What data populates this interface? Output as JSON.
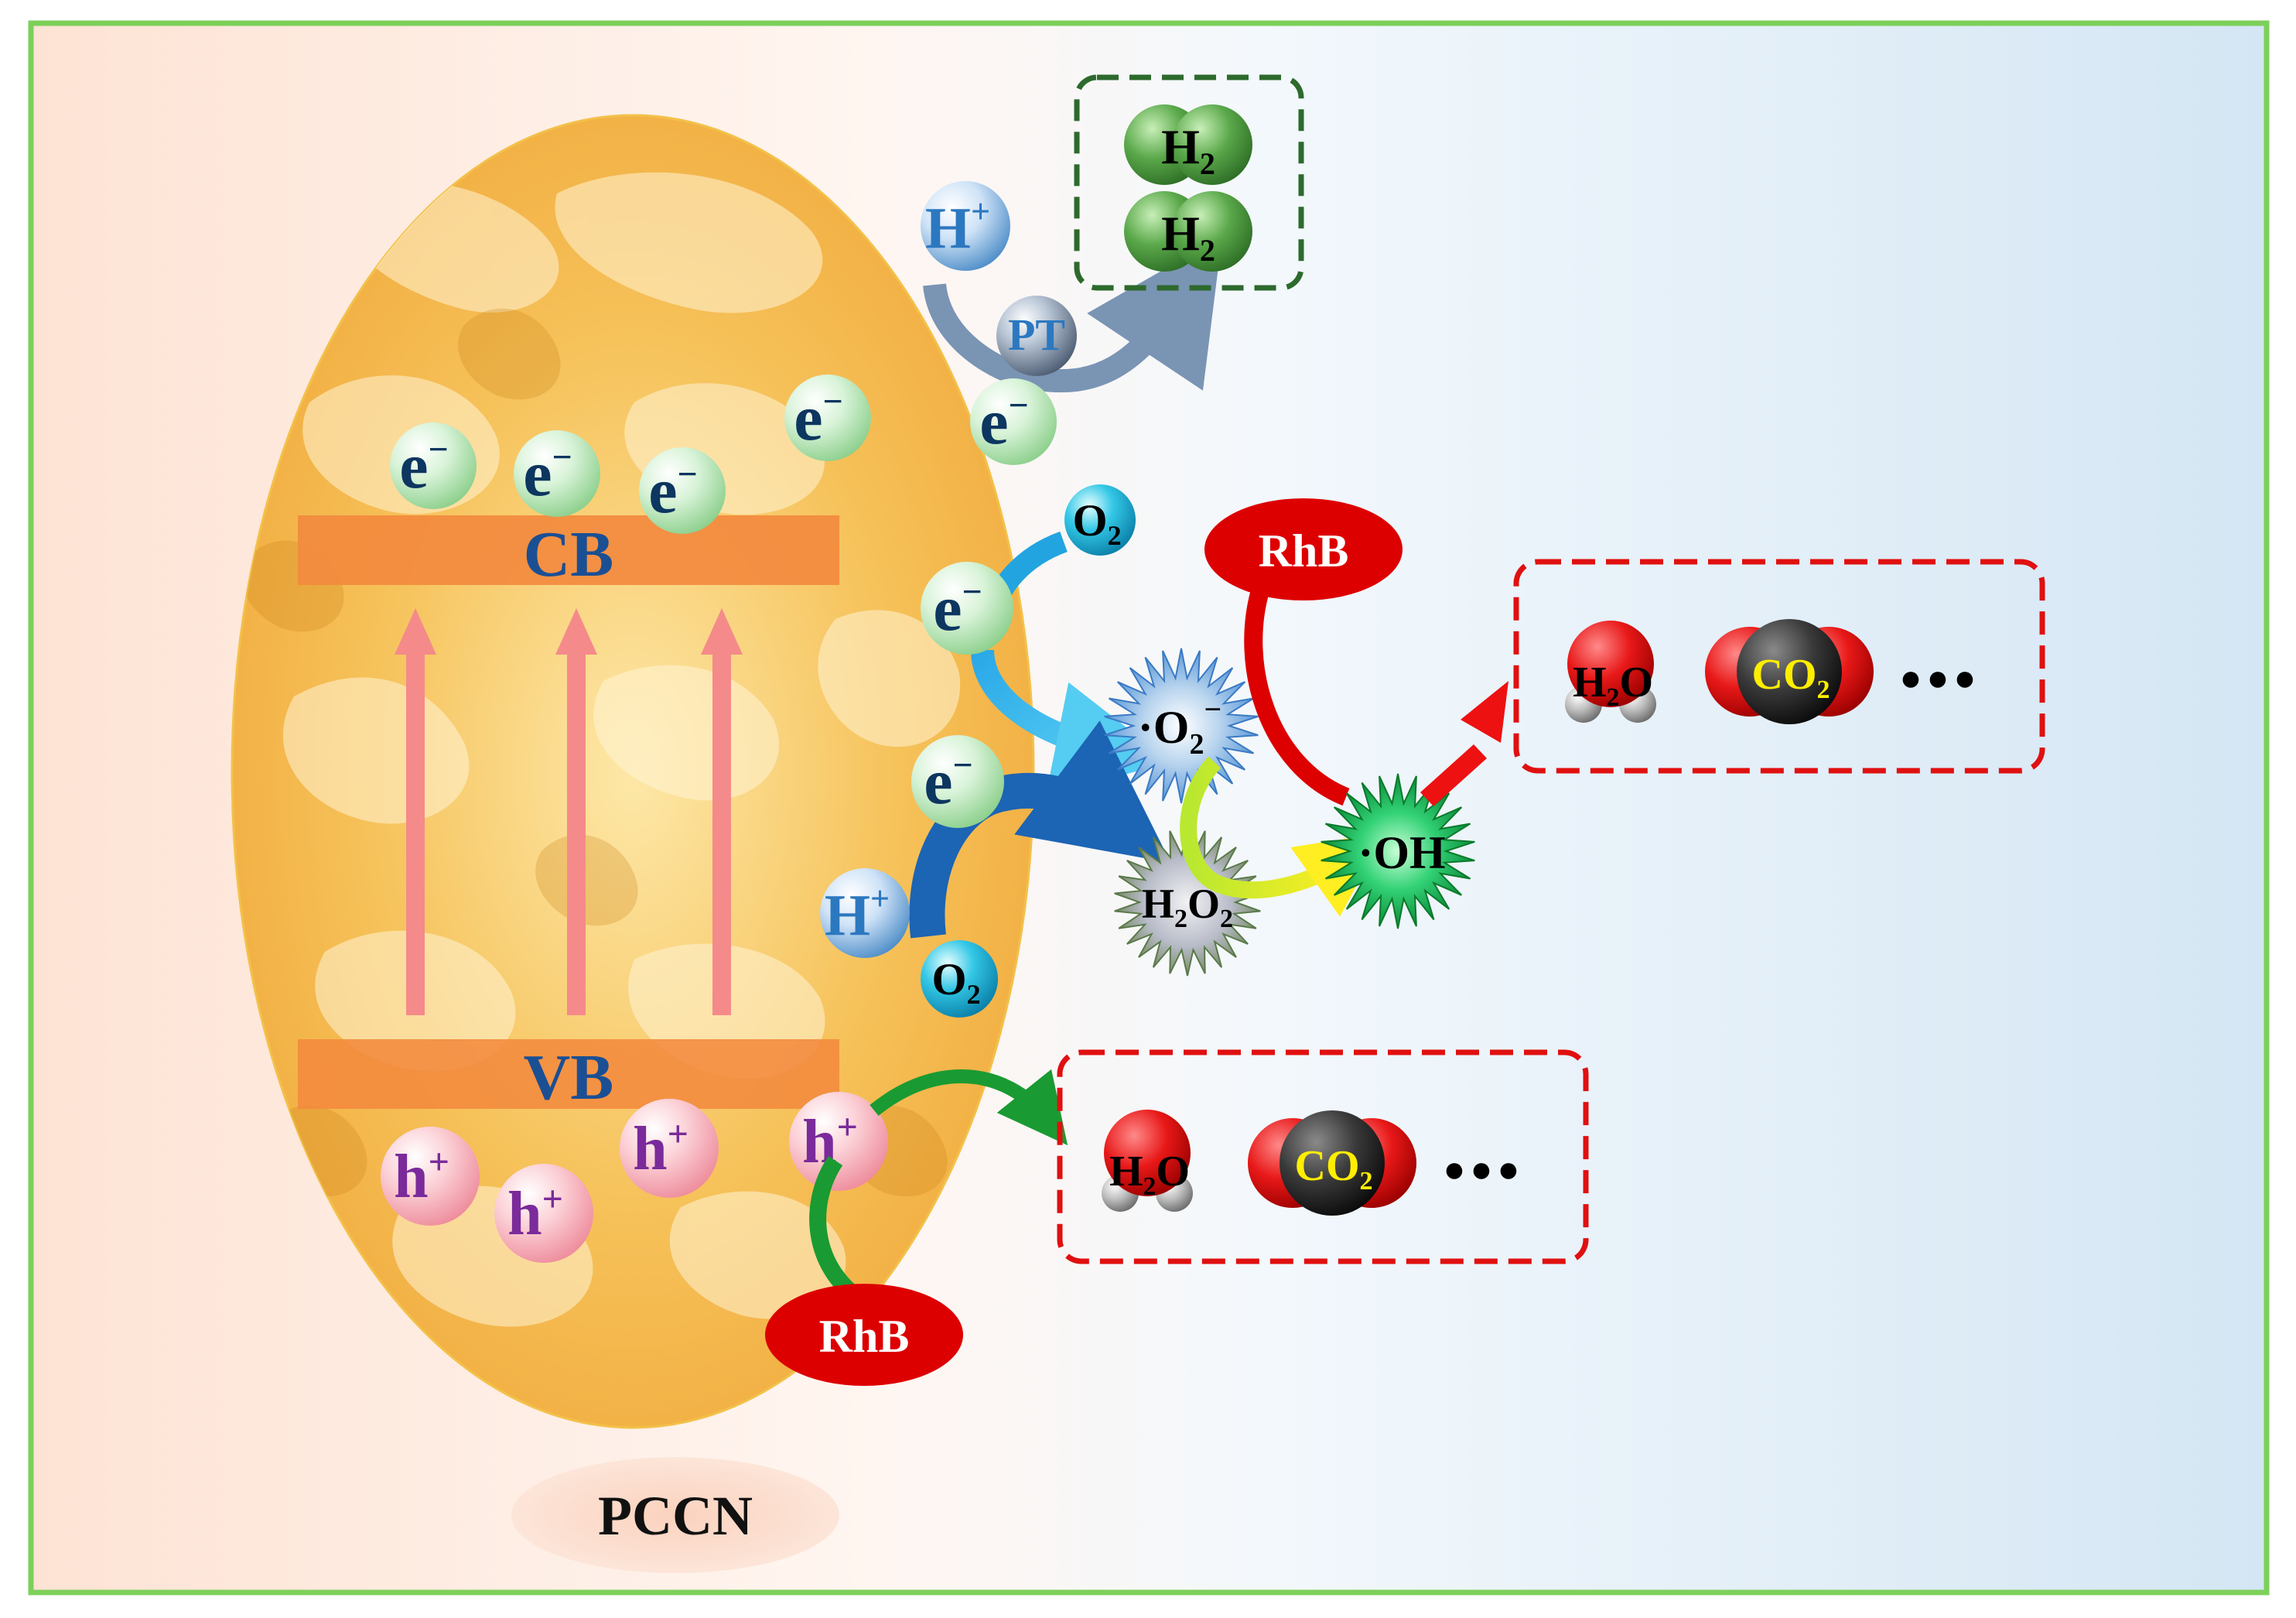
{
  "colors": {
    "frame": "#7dd05a",
    "bg_left": "#fde3d4",
    "bg_right": "#d4e6f4",
    "band": "#f28a3e",
    "band_text": "#1b4f94",
    "excitation_arrow": "#f58a8a",
    "electron_text": "#0d3660",
    "hole_text": "#7a2a9a",
    "rhb_fill": "#dd0000",
    "h2_box": "#2d6a2d",
    "product_box": "#e01010",
    "green_arrow": "#1a9a32",
    "red_arrow": "#ee1111"
  },
  "icons": {
    "electron": "light-green-sphere-icon",
    "hole": "pink-sphere-icon",
    "proton": "blue-sphere-icon",
    "oxygen": "cyan-sphere-icon",
    "superoxide": "blue-starburst-icon",
    "hydrogen_peroxide": "grey-starburst-icon",
    "hydroxyl": "green-starburst-icon",
    "water": "water-molecule-icon",
    "carbon_dioxide": "co2-molecule-icon"
  },
  "labels": {
    "cb": "CB",
    "vb": "VB",
    "catalyst": "PCCN",
    "electron": "e",
    "electron_sup": "−",
    "hole": "h",
    "hole_sup": "+",
    "proton": "H",
    "proton_sup": "+",
    "pt": "PT",
    "o2": "O",
    "o2_sub": "2",
    "h2": "H",
    "h2_sub": "2",
    "rhb": "RhB",
    "superoxide_dot": "·",
    "superoxide": "O",
    "superoxide_sub": "2",
    "superoxide_sup": "−",
    "h2o2_a": "H",
    "h2o2_sub1": "2",
    "h2o2_b": "O",
    "h2o2_sub2": "2",
    "hydroxyl": "·OH",
    "water": "H",
    "water_sub": "2",
    "water_o": "O",
    "co2": "CO",
    "co2_sub": "2",
    "ellipsis": "●●●"
  }
}
